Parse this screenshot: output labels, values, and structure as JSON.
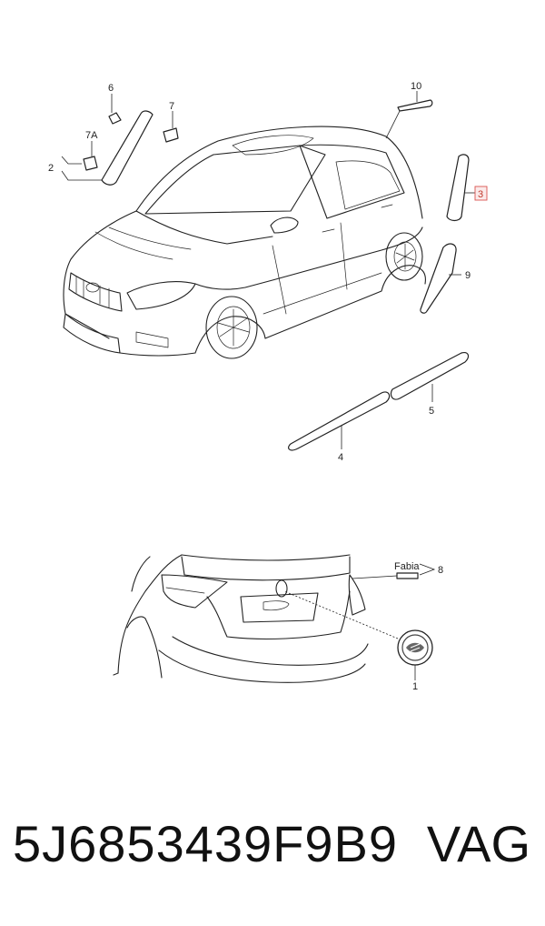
{
  "callouts": {
    "c1": "1",
    "c2": "2",
    "c3": "3",
    "c4": "4",
    "c5": "5",
    "c6": "6",
    "c7": "7",
    "c7a": "7A",
    "c8": "8",
    "c9": "9",
    "c10": "10"
  },
  "highlight_callout": "3",
  "emblem_text": "Fabia",
  "footer": {
    "part_number": "5J6853439F9B9",
    "brand": "VAG"
  }
}
